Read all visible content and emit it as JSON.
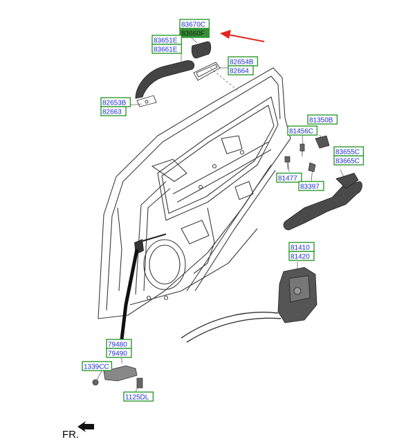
{
  "diagram": {
    "colors": {
      "label_text": "#1b2fd6",
      "label_border": "#2e9a2e",
      "highlight_fill": "#3a8f3a",
      "highlight_text": "#0c230c",
      "arrow": "#e0261e",
      "line_art": "#3a3a3a",
      "part_fill": "#444444"
    },
    "labels": [
      {
        "id": "l83670c",
        "text": "83670C",
        "highlight": false
      },
      {
        "id": "l83660f",
        "text": "83660F",
        "highlight": true
      },
      {
        "id": "l83651e",
        "text": "83651E",
        "highlight": false
      },
      {
        "id": "l83661e",
        "text": "83661E",
        "highlight": false
      },
      {
        "id": "l82654b",
        "text": "82654B",
        "highlight": false
      },
      {
        "id": "l82664",
        "text": "82664",
        "highlight": false
      },
      {
        "id": "l82653b",
        "text": "82653B",
        "highlight": false
      },
      {
        "id": "l82663",
        "text": "82663",
        "highlight": false
      },
      {
        "id": "l81350b",
        "text": "81350B",
        "highlight": false
      },
      {
        "id": "l81456c",
        "text": "81456C",
        "highlight": false
      },
      {
        "id": "l83655c",
        "text": "83655C",
        "highlight": false
      },
      {
        "id": "l83665c",
        "text": "83665C",
        "highlight": false
      },
      {
        "id": "l81477",
        "text": "81477",
        "highlight": false
      },
      {
        "id": "l83397",
        "text": "83397",
        "highlight": false
      },
      {
        "id": "l81410",
        "text": "81410",
        "highlight": false
      },
      {
        "id": "l81420",
        "text": "81420",
        "highlight": false
      },
      {
        "id": "l79480",
        "text": "79480",
        "highlight": false
      },
      {
        "id": "l79490",
        "text": "79490",
        "highlight": false
      },
      {
        "id": "l1339cc",
        "text": "1339CC",
        "highlight": false
      },
      {
        "id": "l1125dl",
        "text": "1125DL",
        "highlight": false
      }
    ],
    "front_indicator": "FR."
  }
}
